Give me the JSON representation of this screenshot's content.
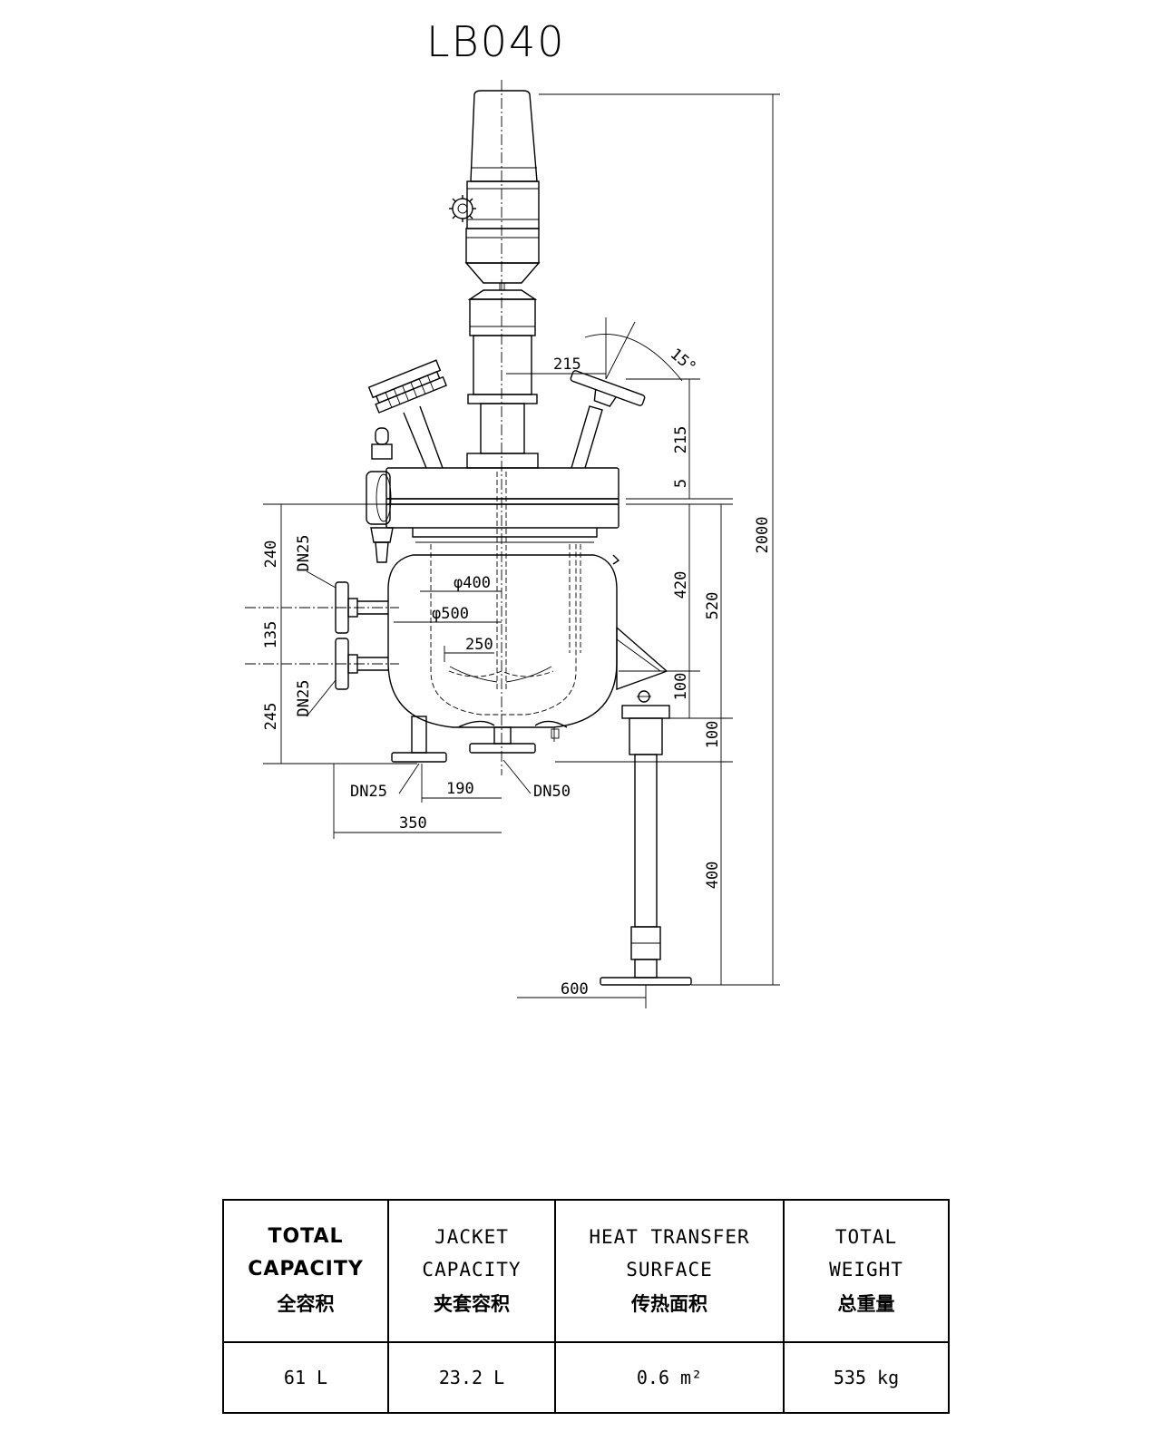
{
  "drawing": {
    "model": "LB040",
    "dimensions": {
      "motor_offset": "215",
      "nozzle_height": "215",
      "gap": "5",
      "total_height": "2000",
      "lid_to_bottom": "420",
      "vessel_height": "520",
      "lower_1": "100",
      "lower_2": "100",
      "leg_length": "400",
      "foot_width": "600",
      "inner_dia": "φ400",
      "jacket_dia": "φ500",
      "agitator_dia": "250",
      "flange_spacing_1": "240",
      "flange_spacing_2": "135",
      "flange_spacing_3": "245",
      "bottom_offset": "190",
      "overall_width": "350",
      "nozzle_angle": "15°"
    },
    "nozzles": {
      "upper_side": "DN25",
      "lower_side": "DN25",
      "bottom_left": "DN25",
      "bottom_outlet": "DN50"
    }
  },
  "spec_table": {
    "headers": [
      {
        "en_1": "TOTAL",
        "en_2": "CAPACITY",
        "zh": "全容积"
      },
      {
        "en_1": "JACKET",
        "en_2": "CAPACITY",
        "zh": "夹套容积"
      },
      {
        "en_1": "HEAT TRANSFER",
        "en_2": "SURFACE",
        "zh": "传热面积"
      },
      {
        "en_1": "TOTAL",
        "en_2": "WEIGHT",
        "zh": "总重量"
      }
    ],
    "values": [
      "61 L",
      "23.2 L",
      "0.6 m²",
      "535 kg"
    ]
  }
}
